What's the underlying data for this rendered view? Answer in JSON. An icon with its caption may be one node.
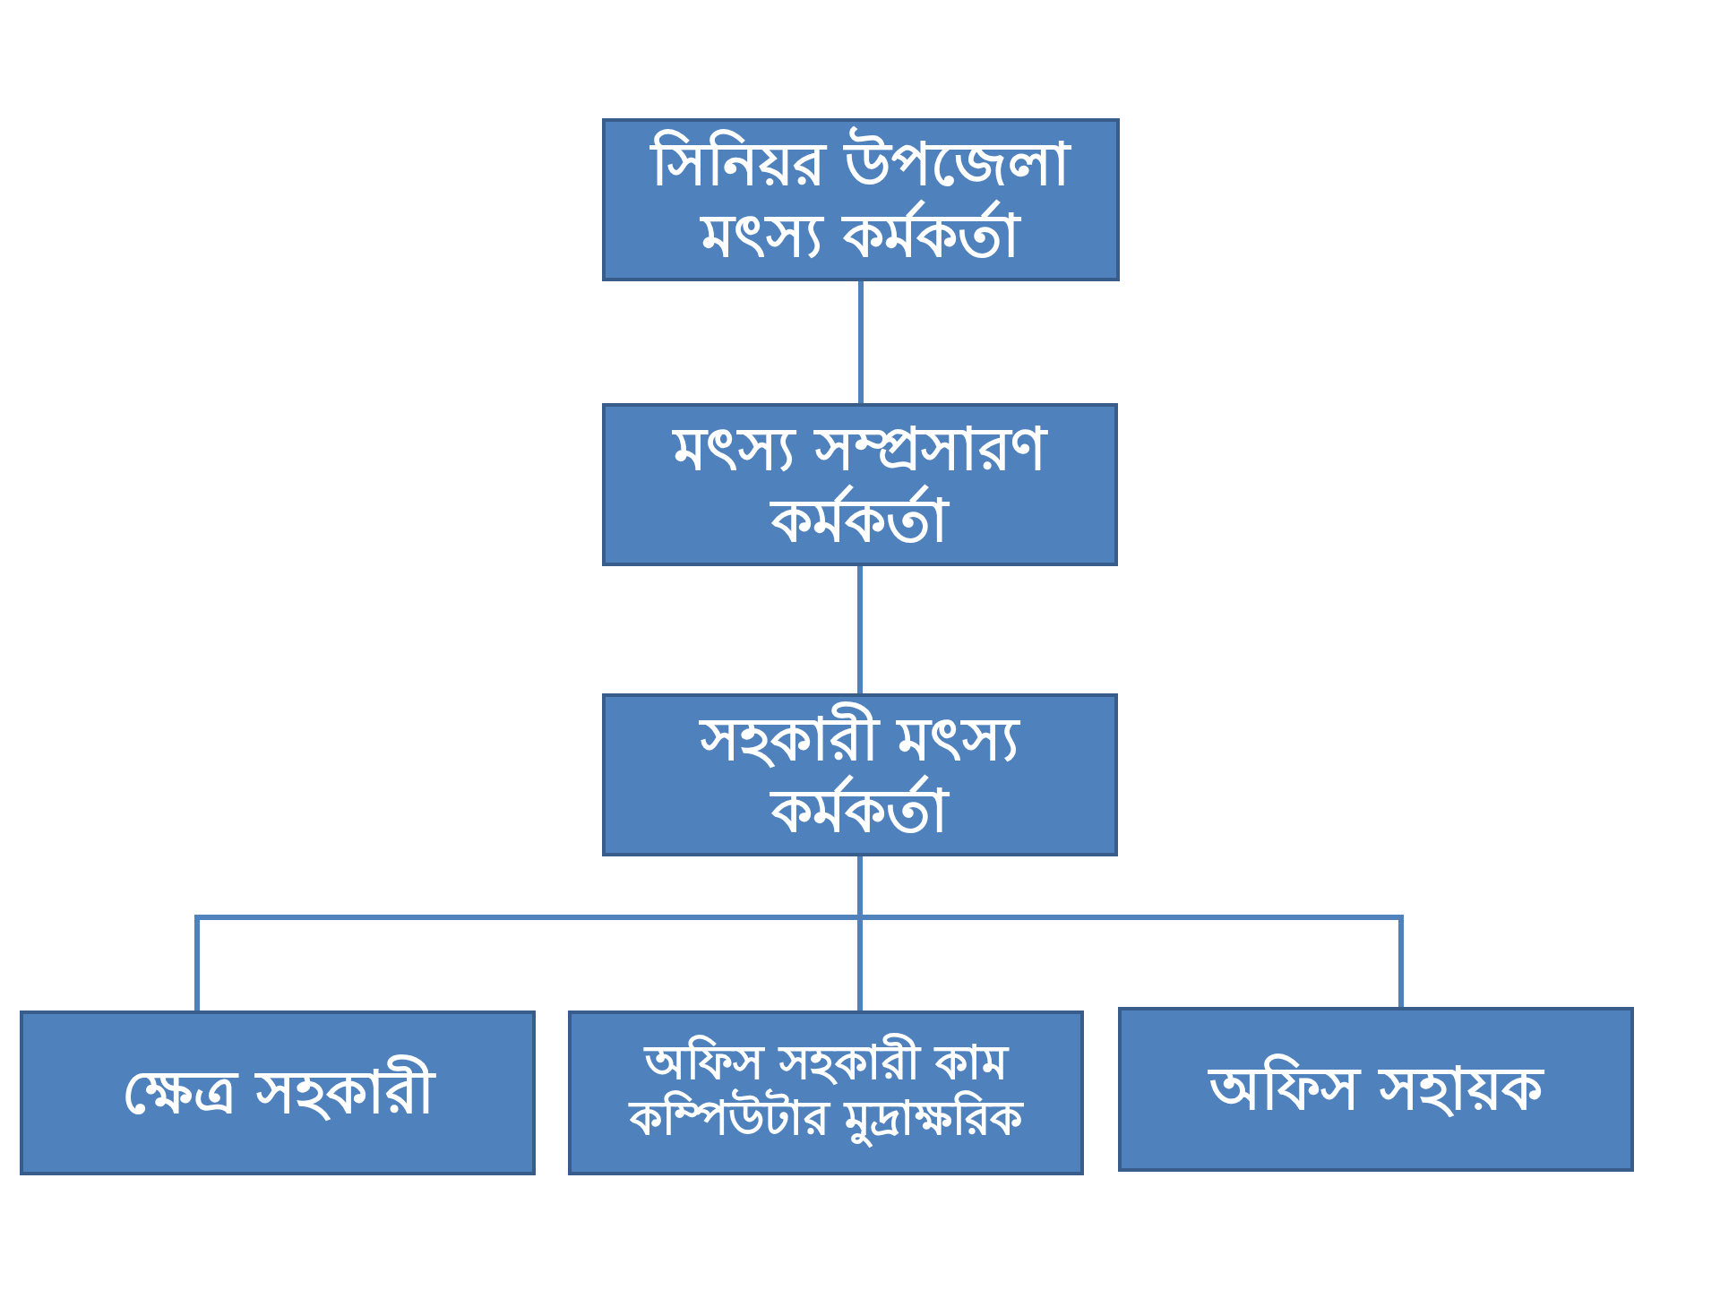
{
  "diagram": {
    "nodes": [
      {
        "text": [
          "সিনিয়র উপজেলা মৎস্য কর্মকর্তা"
        ]
      },
      {
        "text": [
          "মৎস্য সম্প্রসারণ কর্মকর্তা"
        ]
      },
      {
        "text": [
          "সহকারী মৎস্য কর্মকর্তা"
        ]
      },
      {
        "text": [
          "ক্ষেত্র সহকারী"
        ]
      },
      {
        "text": [
          "অফিস সহকারী কাম কম্পিউটার মুদ্রাক্ষরিক"
        ]
      },
      {
        "text": [
          "অফিস সহায়ক"
        ]
      }
    ],
    "edges": [
      {
        "from": 0,
        "to": 1,
        "arrow": "none"
      },
      {
        "from": 1,
        "to": 2,
        "arrow": "none"
      },
      {
        "from": 2,
        "to": 3,
        "arrow": "none"
      },
      {
        "from": 2,
        "to": 4,
        "arrow": "none"
      },
      {
        "from": 2,
        "to": 5,
        "arrow": "none"
      }
    ]
  }
}
